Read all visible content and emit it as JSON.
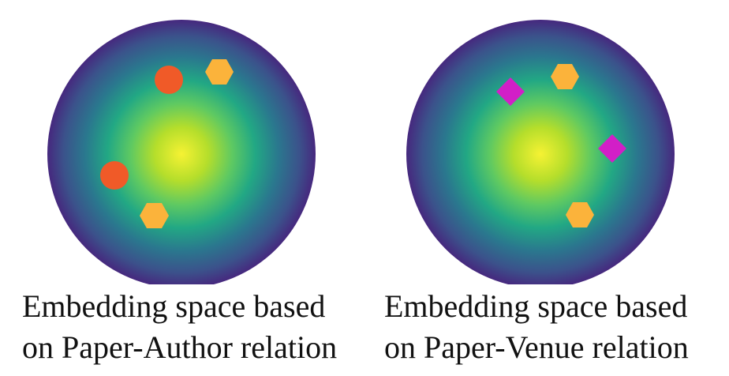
{
  "colors": {
    "center": "#f6f233",
    "mid1": "#7fd34e",
    "mid2": "#22a884",
    "mid3": "#2a788e",
    "edge": "#3e3c8a",
    "rim": "#44267e",
    "author_circle": "#f05a28",
    "hexagon": "#fbb33b",
    "venue_diamond": "#d21fc7"
  },
  "panels": [
    {
      "caption_line1": "Embedding space based",
      "caption_line2": "on Paper-Author relation",
      "markers": [
        {
          "shape": "circle",
          "color_key": "author_circle"
        },
        {
          "shape": "hexagon",
          "color_key": "hexagon"
        },
        {
          "shape": "circle",
          "color_key": "author_circle"
        },
        {
          "shape": "hexagon",
          "color_key": "hexagon"
        }
      ]
    },
    {
      "caption_line1": "Embedding space based",
      "caption_line2": "on Paper-Venue relation",
      "markers": [
        {
          "shape": "diamond",
          "color_key": "venue_diamond"
        },
        {
          "shape": "hexagon",
          "color_key": "hexagon"
        },
        {
          "shape": "diamond",
          "color_key": "venue_diamond"
        },
        {
          "shape": "hexagon",
          "color_key": "hexagon"
        }
      ]
    }
  ]
}
